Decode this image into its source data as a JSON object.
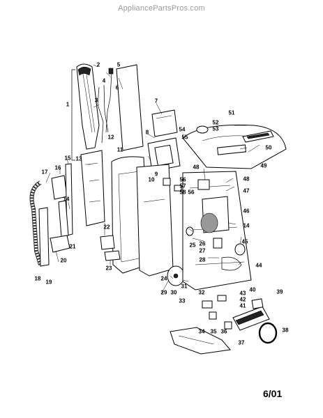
{
  "watermark": "AppliancePartsPros.com",
  "date_code": "6/01",
  "callouts": [
    "1",
    "2",
    "3",
    "4",
    "5",
    "6",
    "7",
    "8",
    "9",
    "10",
    "11",
    "12",
    "13",
    "14",
    "15",
    "16",
    "17",
    "18",
    "19",
    "20",
    "21",
    "22",
    "23",
    "24",
    "25",
    "26",
    "27",
    "28",
    "29",
    "30",
    "31",
    "32",
    "33",
    "34",
    "35",
    "36",
    "37",
    "38",
    "39",
    "40",
    "41",
    "42",
    "43",
    "44",
    "45",
    "46",
    "47",
    "48",
    "49",
    "50",
    "51",
    "52",
    "53",
    "54",
    "55",
    "56",
    "57",
    "58"
  ]
}
